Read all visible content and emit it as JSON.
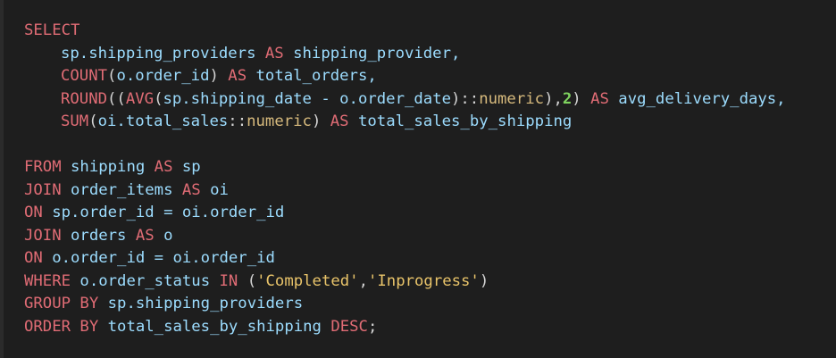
{
  "editor": {
    "lines": [
      [
        {
          "k": "kw",
          "t": "SELECT"
        }
      ],
      [
        {
          "k": "id",
          "t": "sp.shipping_providers "
        },
        {
          "k": "kw",
          "t": "AS"
        },
        {
          "k": "id",
          "t": " shipping_provider,"
        }
      ],
      [
        {
          "k": "fn",
          "t": "COUNT"
        },
        {
          "k": "pn",
          "t": "("
        },
        {
          "k": "id",
          "t": "o.order_id"
        },
        {
          "k": "pn",
          "t": ") "
        },
        {
          "k": "kw",
          "t": "AS"
        },
        {
          "k": "id",
          "t": " total_orders,"
        }
      ],
      [
        {
          "k": "fn",
          "t": "ROUND"
        },
        {
          "k": "pn",
          "t": "(("
        },
        {
          "k": "fn",
          "t": "AVG"
        },
        {
          "k": "pn",
          "t": "("
        },
        {
          "k": "id",
          "t": "sp.shipping_date - o.order_date"
        },
        {
          "k": "pn",
          "t": ")::"
        },
        {
          "k": "ty",
          "t": "numeric"
        },
        {
          "k": "pn",
          "t": "),"
        },
        {
          "k": "nm",
          "t": "2"
        },
        {
          "k": "pn",
          "t": ") "
        },
        {
          "k": "kw",
          "t": "AS"
        },
        {
          "k": "id",
          "t": " avg_delivery_days,"
        }
      ],
      [
        {
          "k": "fn",
          "t": "SUM"
        },
        {
          "k": "pn",
          "t": "("
        },
        {
          "k": "id",
          "t": "oi.total_sales"
        },
        {
          "k": "pn",
          "t": "::"
        },
        {
          "k": "ty",
          "t": "numeric"
        },
        {
          "k": "pn",
          "t": ") "
        },
        {
          "k": "kw",
          "t": "AS"
        },
        {
          "k": "id",
          "t": " total_sales_by_shipping"
        }
      ],
      [],
      [
        {
          "k": "kw",
          "t": "FROM"
        },
        {
          "k": "id",
          "t": " shipping "
        },
        {
          "k": "kw",
          "t": "AS"
        },
        {
          "k": "id",
          "t": " sp"
        }
      ],
      [
        {
          "k": "kw",
          "t": "JOIN"
        },
        {
          "k": "id",
          "t": " order_items "
        },
        {
          "k": "kw",
          "t": "AS"
        },
        {
          "k": "id",
          "t": " oi"
        }
      ],
      [
        {
          "k": "kw",
          "t": "ON"
        },
        {
          "k": "id",
          "t": " sp.order_id = oi.order_id"
        }
      ],
      [
        {
          "k": "kw",
          "t": "JOIN"
        },
        {
          "k": "id",
          "t": " orders "
        },
        {
          "k": "kw",
          "t": "AS"
        },
        {
          "k": "id",
          "t": " o"
        }
      ],
      [
        {
          "k": "kw",
          "t": "ON"
        },
        {
          "k": "id",
          "t": " o.order_id = oi.order_id"
        }
      ],
      [
        {
          "k": "kw",
          "t": "WHERE"
        },
        {
          "k": "id",
          "t": " o.order_status "
        },
        {
          "k": "kw",
          "t": "IN"
        },
        {
          "k": "pn",
          "t": " ("
        },
        {
          "k": "st",
          "t": "'Completed'"
        },
        {
          "k": "pn",
          "t": ","
        },
        {
          "k": "st",
          "t": "'Inprogress'"
        },
        {
          "k": "pn",
          "t": ")"
        }
      ],
      [
        {
          "k": "kw",
          "t": "GROUP BY"
        },
        {
          "k": "id",
          "t": " sp.shipping_providers"
        }
      ],
      [
        {
          "k": "kw",
          "t": "ORDER BY"
        },
        {
          "k": "id",
          "t": " total_sales_by_shipping "
        },
        {
          "k": "kw",
          "t": "DESC"
        },
        {
          "k": "pn",
          "t": ";"
        }
      ]
    ],
    "indented_lines": [
      1,
      2,
      3,
      4
    ],
    "colors": {
      "background": "#1e1e1e",
      "keyword": "#e06c75",
      "identifier": "#9cdcfe",
      "punctuation": "#d4d4d4",
      "type": "#d7ba7d",
      "number": "#7fd35f",
      "string": "#e9c46a"
    }
  }
}
